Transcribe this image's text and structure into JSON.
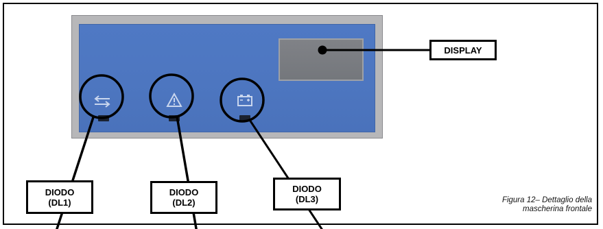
{
  "labels": {
    "display": "DISPLAY",
    "dl1": {
      "line1": "DIODO",
      "line2": "(DL1)"
    },
    "dl2": {
      "line1": "DIODO",
      "line2": "(DL2)"
    },
    "dl3": {
      "line1": "DIODO",
      "line2": "(DL3)"
    }
  },
  "caption": {
    "line1": "Figura 12– Dettaglio della",
    "line2": "mascherina frontale"
  },
  "icons": {
    "dl1": "bidirectional-arrows-icon",
    "dl2": "warning-triangle-icon",
    "dl3": "battery-icon"
  },
  "colors": {
    "panel_blue": "#4d76c0",
    "panel_frame": "#b7b7b9",
    "lcd": "#7a7d82",
    "outline": "#000000"
  }
}
